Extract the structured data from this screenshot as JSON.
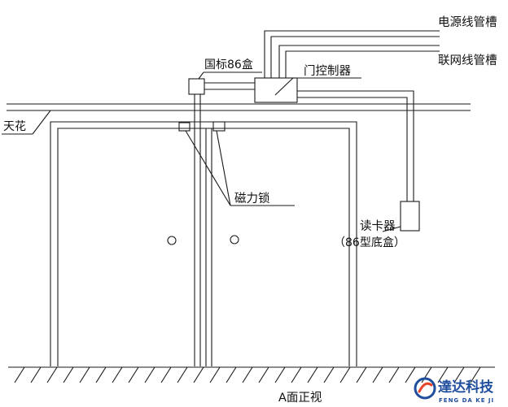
{
  "labels": {
    "power_trough": "电源线管槽",
    "network_trough": "联网线管槽",
    "gb86_box": "国标86盒",
    "door_controller": "门控制器",
    "ceiling": "天花",
    "magnetic_lock": "磁力锁",
    "card_reader": "读卡器",
    "card_reader_box": "（86型底盒）",
    "view_caption": "A面正视"
  },
  "logo": {
    "name": "達达科技",
    "subtitle": "FENG  DA  KE  JI",
    "accent_color": "#e8452c",
    "primary_color": "#1f4e9c"
  }
}
